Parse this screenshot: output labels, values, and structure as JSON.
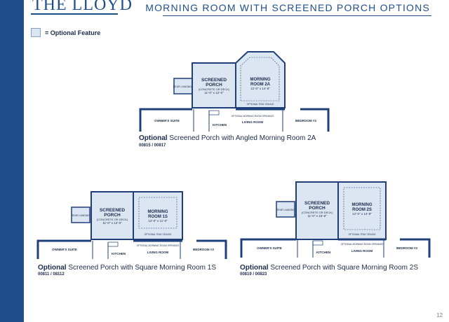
{
  "header": {
    "title": "THE LLOYD",
    "subtitle": "MORNING ROOM WITH SCREENED PORCH OPTIONS"
  },
  "legend": {
    "label": "= Optional Feature"
  },
  "colors": {
    "brand": "#1f4e8c",
    "optional_fill": "#dce6f3",
    "wall": "#1f3f7a"
  },
  "plans": [
    {
      "room_name_1": "SCREENED",
      "room_name_2": "PORCH",
      "porch_material": "(CONCRETE OR DECK)",
      "porch_dims": "11'-0\" x 12'-0\"",
      "morning_name_1": "MORNING",
      "morning_name_2": "ROOM 2A",
      "morning_dims": "12'-0\" x 14'-8\"",
      "rear_landing": "REAR LANDING",
      "optional_tray": "OPTIONAL TRAY CEILING",
      "optional_door": "OPTIONAL MORNING ROOM OPENINGS",
      "owners_suite": "OWNER'S SUITE",
      "kitchen": "KITCHEN",
      "living_room": "LIVING ROOM",
      "bedroom": "BEDROOM #3",
      "caption_bold": "Optional",
      "caption_rest": " Screened Porch with Angled Morning Room 2A",
      "codes": "00815 / 00817"
    },
    {
      "room_name_1": "SCREENED",
      "room_name_2": "PORCH",
      "porch_material": "(CONCRETE OR DECK)",
      "porch_dims": "11'-0\" x 12'-0\"",
      "morning_name_1": "MORNING",
      "morning_name_2": "ROOM 1S",
      "morning_dims": "12'-0\" x 11'-0\"",
      "rear_landing": "REAR LANDING",
      "optional_tray": "OPTIONAL TRAY CEILING",
      "optional_door": "OPTIONAL MORNING ROOM OPENINGS",
      "owners_suite": "OWNER'S SUITE",
      "kitchen": "KITCHEN",
      "living_room": "LIVING ROOM",
      "bedroom": "BEDROOM #3",
      "caption_bold": "Optional",
      "caption_rest": " Screened Porch with Square Morning Room 1S",
      "codes": "00811 / 08112"
    },
    {
      "room_name_1": "SCREENED",
      "room_name_2": "PORCH",
      "porch_material": "(CONCRETE OR DECK)",
      "porch_dims": "11'-0\" x 15'-8\"",
      "morning_name_1": "MORNING",
      "morning_name_2": "ROOM 2S",
      "morning_dims": "12'-0\" x 14'-8\"",
      "rear_landing": "REAR LANDING",
      "optional_tray": "OPTIONAL TRAY CEILING",
      "optional_door": "OPTIONAL MORNING ROOM OPENINGS",
      "owners_suite": "OWNER'S SUITE",
      "kitchen": "KITCHEN",
      "living_room": "LIVING ROOM",
      "bedroom": "BEDROOM #3",
      "caption_bold": "Optional",
      "caption_rest": " Screened Porch with Square Morning Room 2S",
      "codes": "00819 / 00823"
    }
  ],
  "page_number": "12"
}
